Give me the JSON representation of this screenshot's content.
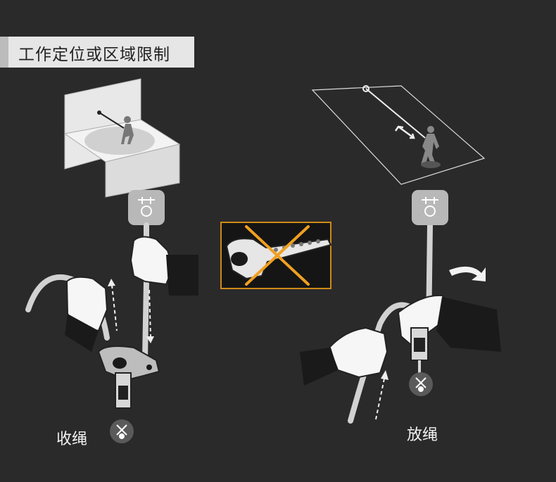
{
  "title": "工作定位或区域限制",
  "captions": {
    "left": "收绳",
    "right": "放绳"
  },
  "colors": {
    "background": "#2a2a2a",
    "title_bar": "#e6e6e6",
    "cross_box": "#d08a18",
    "cross": "#f0a020",
    "rope": "#cfcfcf",
    "anchor_box": "#b5b5b5"
  },
  "icons": [
    "anchor-icon",
    "connector-icon",
    "arrow-icon"
  ]
}
